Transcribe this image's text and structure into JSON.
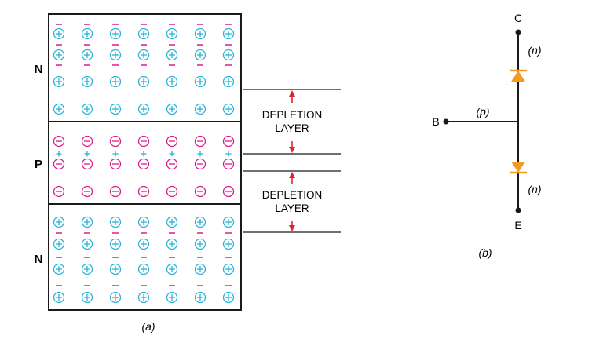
{
  "colors": {
    "positive_ion": "#2bb3d6",
    "negative_ion": "#d81e8a",
    "outline": "#1a1a1a",
    "arrow": "#e0242b",
    "diode": "#f39a1f"
  },
  "part_a": {
    "caption": "(a)",
    "region_labels": [
      "N",
      "P",
      "N"
    ],
    "depletion_label_line1": "DEPLETION",
    "depletion_label_line2": "LAYER",
    "columns": 7,
    "ion_symbol_positive": "+",
    "ion_symbol_negative": "−"
  },
  "part_b": {
    "caption": "(b)",
    "terminal_collector": "C",
    "terminal_base": "B",
    "terminal_emitter": "E",
    "collector_type": "(n)",
    "base_type": "(p)",
    "emitter_type": "(n)"
  }
}
